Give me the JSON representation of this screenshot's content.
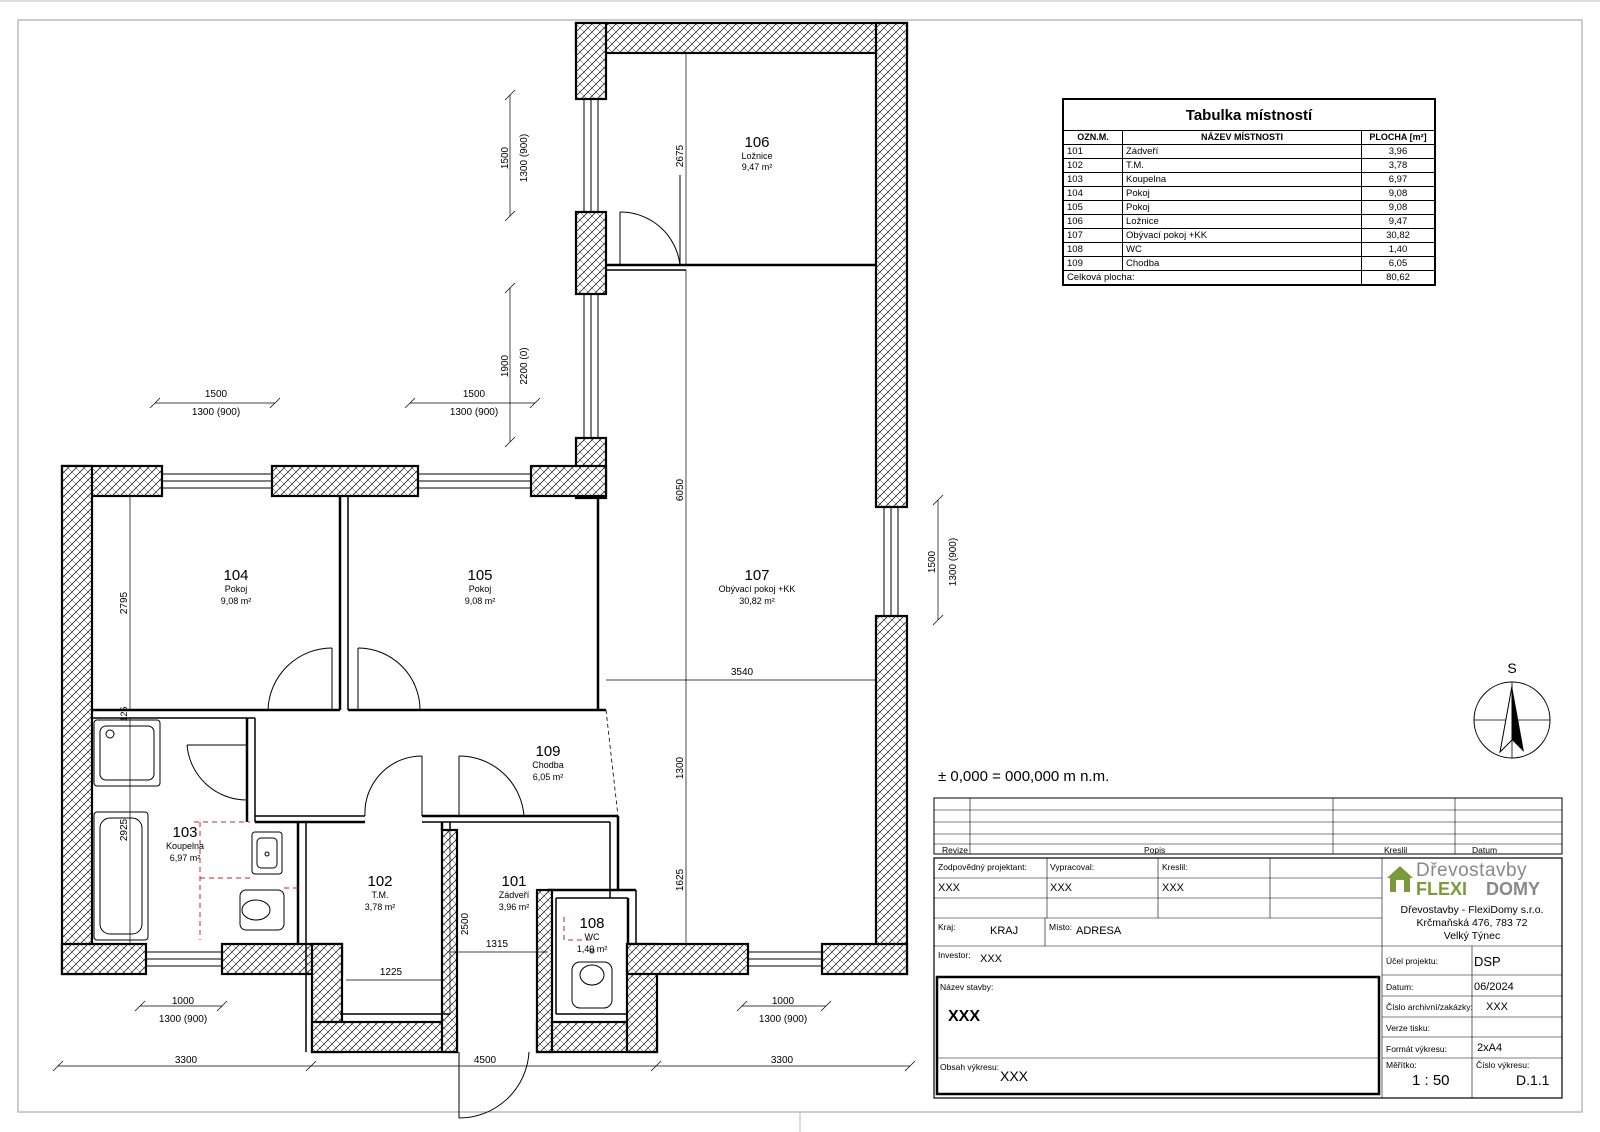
{
  "elevation": "± 0,000 = 000,000 m n.m.",
  "room_table": {
    "title": "Tabulka místností",
    "headers": [
      "OZN.M.",
      "NÁZEV MÍSTNOSTI",
      "PLOCHA [m²]"
    ],
    "rows": [
      [
        "101",
        "Zádveří",
        "3,96"
      ],
      [
        "102",
        "T.M.",
        "3,78"
      ],
      [
        "103",
        "Koupelna",
        "6,97"
      ],
      [
        "104",
        "Pokoj",
        "9,08"
      ],
      [
        "105",
        "Pokoj",
        "9,08"
      ],
      [
        "106",
        "Ložnice",
        "9,47"
      ],
      [
        "107",
        "Obývací pokoj +KK",
        "30,82"
      ],
      [
        "108",
        "WC",
        "1,40"
      ],
      [
        "109",
        "Chodba",
        "6,05"
      ]
    ],
    "total_label": "Celková plocha:",
    "total_value": "80,62"
  },
  "rooms": [
    {
      "no": "106",
      "name": "Ložnice",
      "area": "9,47 m²"
    },
    {
      "no": "104",
      "name": "Pokoj",
      "area": "9,08 m²"
    },
    {
      "no": "105",
      "name": "Pokoj",
      "area": "9,08 m²"
    },
    {
      "no": "107",
      "name": "Obývací pokoj +KK",
      "area": "30,82 m²"
    },
    {
      "no": "109",
      "name": "Chodba",
      "area": "6,05 m²"
    },
    {
      "no": "103",
      "name": "Koupelna",
      "area": "6,97 m²"
    },
    {
      "no": "102",
      "name": "T.M.",
      "area": "3,78 m²"
    },
    {
      "no": "101",
      "name": "Zádveří",
      "area": "3,96 m²"
    },
    {
      "no": "108",
      "name": "WC",
      "area": "1,40 m²"
    }
  ],
  "dimensions": {
    "d1500": "1500",
    "d1300_900": "1300 (900)",
    "d1900": "1900",
    "d2200_0": "2200 (0)",
    "d2675": "2675",
    "d6050": "6050",
    "d3540": "3540",
    "d1300": "1300",
    "d1625": "1625",
    "d2795": "2795",
    "d125": "125",
    "d2925": "2925",
    "d2500": "2500",
    "d1315": "1315",
    "d1225": "1225",
    "d1000": "1000",
    "d3300": "3300",
    "d4500": "4500"
  },
  "north_label": "S",
  "title_block": {
    "revision_labels": [
      "Revize",
      "Popis",
      "Kreslil",
      "Datum"
    ],
    "responsible_label": "Zodpovědný projektant:",
    "responsible_value": "XXX",
    "prepared_label": "Vypracoval:",
    "prepared_value": "XXX",
    "drawn_label": "Kreslil:",
    "drawn_value": "XXX",
    "region_label": "Kraj:",
    "region_value": "KRAJ",
    "place_label": "Místo:",
    "place_value": "ADRESA",
    "investor_label": "Investor:",
    "investor_value": "XXX",
    "building_label": "Název stavby:",
    "building_value": "XXX",
    "content_label": "Obsah výkresu:",
    "content_value": "XXX",
    "logo_line1": "Dřevostavby",
    "logo_line2a": "FLEXI",
    "logo_line2b": "DOMY",
    "company_name": "Dřevostavby - FlexiDomy s.r.o.",
    "company_street": "Krčmaňská 476, 783 72",
    "company_city": "Velký Týnec",
    "purpose_label": "Účel projektu:",
    "purpose_value": "DSP",
    "date_label": "Datum:",
    "date_value": "06/2024",
    "archive_label": "Číslo archivní/zakázky:",
    "archive_value": "XXX",
    "print_label": "Verze tisku:",
    "format_label": "Formát výkresu:",
    "format_value": "2xA4",
    "scale_label": "Měřítko:",
    "scale_value": "1 : 50",
    "drawing_no_label": "Číslo výkresu:",
    "drawing_no_value": "D.1.1"
  },
  "colors": {
    "logo_green": "#7a9a3c",
    "logo_gray": "#888888",
    "sanitary_red": "#d22222"
  }
}
